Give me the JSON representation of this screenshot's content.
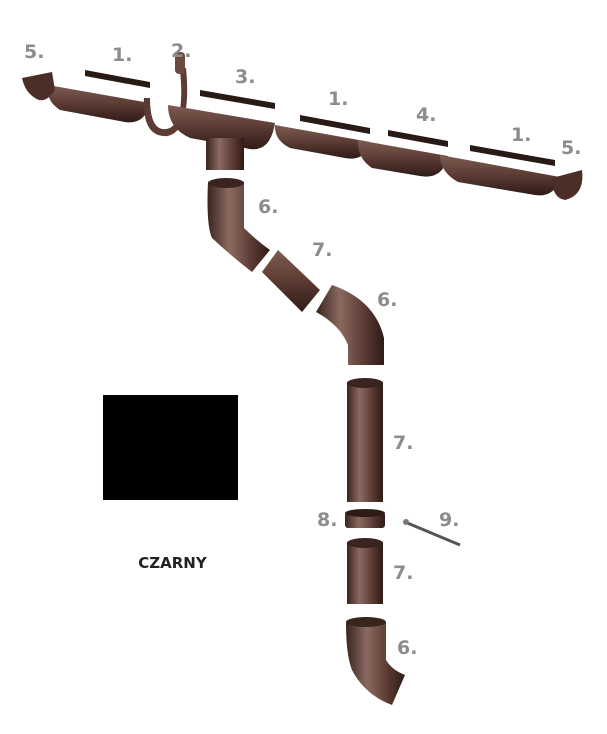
{
  "colors": {
    "product": "#5b3b33",
    "product_highlight": "#8a6a60",
    "label": "#8c8c8c",
    "swatch": "#000000"
  },
  "labels": {
    "end_cap_left": "5.",
    "gutter_1": "1.",
    "hanger": "2.",
    "outlet": "3.",
    "gutter_2": "1.",
    "connector": "4.",
    "gutter_3": "1.",
    "end_cap_right": "5.",
    "elbow_1": "6.",
    "pipe_1": "7.",
    "elbow_2": "6.",
    "pipe_2": "7.",
    "clamp": "8.",
    "pin": "9.",
    "pipe_3": "7.",
    "elbow_3": "6."
  },
  "swatch": {
    "color_name": "CZARNY"
  }
}
